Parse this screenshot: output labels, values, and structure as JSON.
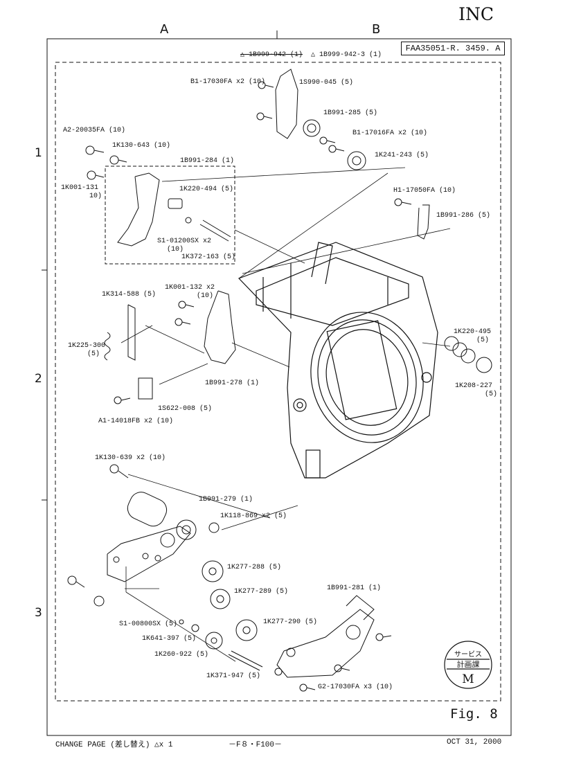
{
  "header": {
    "corner_mark": "INC",
    "col_a": "A",
    "col_b": "B",
    "doc_code": "FAA35051-R. 3459. A",
    "revision_old": "△ 1B999-942 (1)",
    "revision_new": "△ 1B999-942-3 (1)"
  },
  "rows": [
    "1",
    "2",
    "3"
  ],
  "parts": [
    "B1-17030FA x2 (10)",
    "1S990-045 (5)",
    "1B991-285 (5)",
    "B1-17016FA x2 (10)",
    "1K241-243 (5)",
    "A2-20035FA (10)",
    "1K130-643 (10)",
    "1B991-284 (1)",
    "1K001-131",
    "10)",
    "1K220-494 (5)",
    "S1-01200SX x2",
    "(10)",
    "1K372-163 (5)",
    "H1-17050FA (10)",
    "1B991-286 (5)",
    "1K001-132 x2",
    "(10)",
    "1K314-588 (5)",
    "1K225-300",
    "(5)",
    "1B991-278 (1)",
    "1S622-008 (5)",
    "A1-14018FB x2 (10)",
    "1K220-495",
    "(5)",
    "1K208-227",
    "(5)",
    "1K130-639 x2 (10)",
    "1B991-279 (1)",
    "1K118-869 x2 (5)",
    "1K277-288 (5)",
    "1K277-289 (5)",
    "1B991-281 (1)",
    "1K277-290 (5)",
    "S1-00800SX (5)",
    "1K641-397 (5)",
    "1K260-922 (5)",
    "1K371-947 (5)",
    "G2-17030FA x3 (10)"
  ],
  "stamp_text": "サービス 計画課 M",
  "figure_label": "Fig. 8",
  "footer": {
    "change_page": "CHANGE PAGE (差し替え) △x 1",
    "page_no": "－F８・F100－",
    "date": "OCT 31, 2000"
  }
}
